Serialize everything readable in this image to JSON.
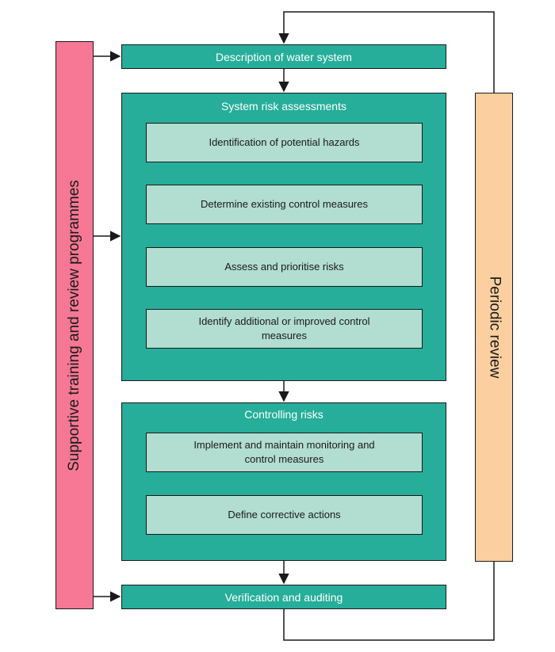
{
  "description_box": "Description of water system",
  "risk_assessment": {
    "title": "System risk assessments",
    "steps": [
      "Identification of potential hazards",
      "Determine existing control measures",
      "Assess and prioritise risks",
      "Identify additional or improved control measures"
    ]
  },
  "controlling_risks": {
    "title": "Controlling risks",
    "steps": [
      "Implement and maintain monitoring and control measures",
      "Define corrective actions"
    ]
  },
  "verification_box": "Verification and auditing",
  "left_bar": "Supportive training and review programmes",
  "right_bar": "Periodic review",
  "colors": {
    "teal": "#26ae9a",
    "light_teal": "#b2ddd1",
    "pink": "#f67894",
    "peach": "#fbcf9f"
  }
}
